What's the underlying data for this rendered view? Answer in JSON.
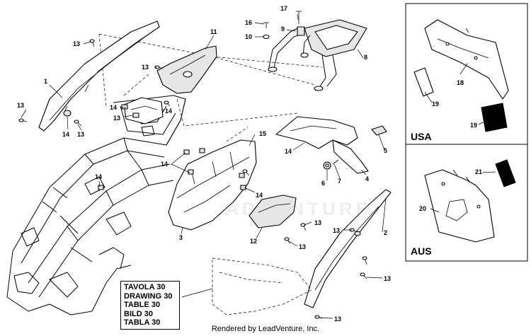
{
  "watermark": "LEADVENTURE",
  "callouts": {
    "c1": "1",
    "c2": "2",
    "c4": "4",
    "c5": "5",
    "c6": "6",
    "c7": "7",
    "c8": "8",
    "c9": "9",
    "c10": "10",
    "c11": "11",
    "c12": "12",
    "c3": "3",
    "c13": "13",
    "c14": "14",
    "c15": "15",
    "c16": "16",
    "c17": "17",
    "c18": "18",
    "c19": "19",
    "c20": "20",
    "c21": "21"
  },
  "regions": {
    "usa": "USA",
    "aus": "AUS"
  },
  "reference_box": [
    "TAVOLA 30",
    "DRAWING 30",
    "TABLE 30",
    "BILD 30",
    "TABLA 30"
  ],
  "footer": "Rendered by LeadVenture, Inc."
}
